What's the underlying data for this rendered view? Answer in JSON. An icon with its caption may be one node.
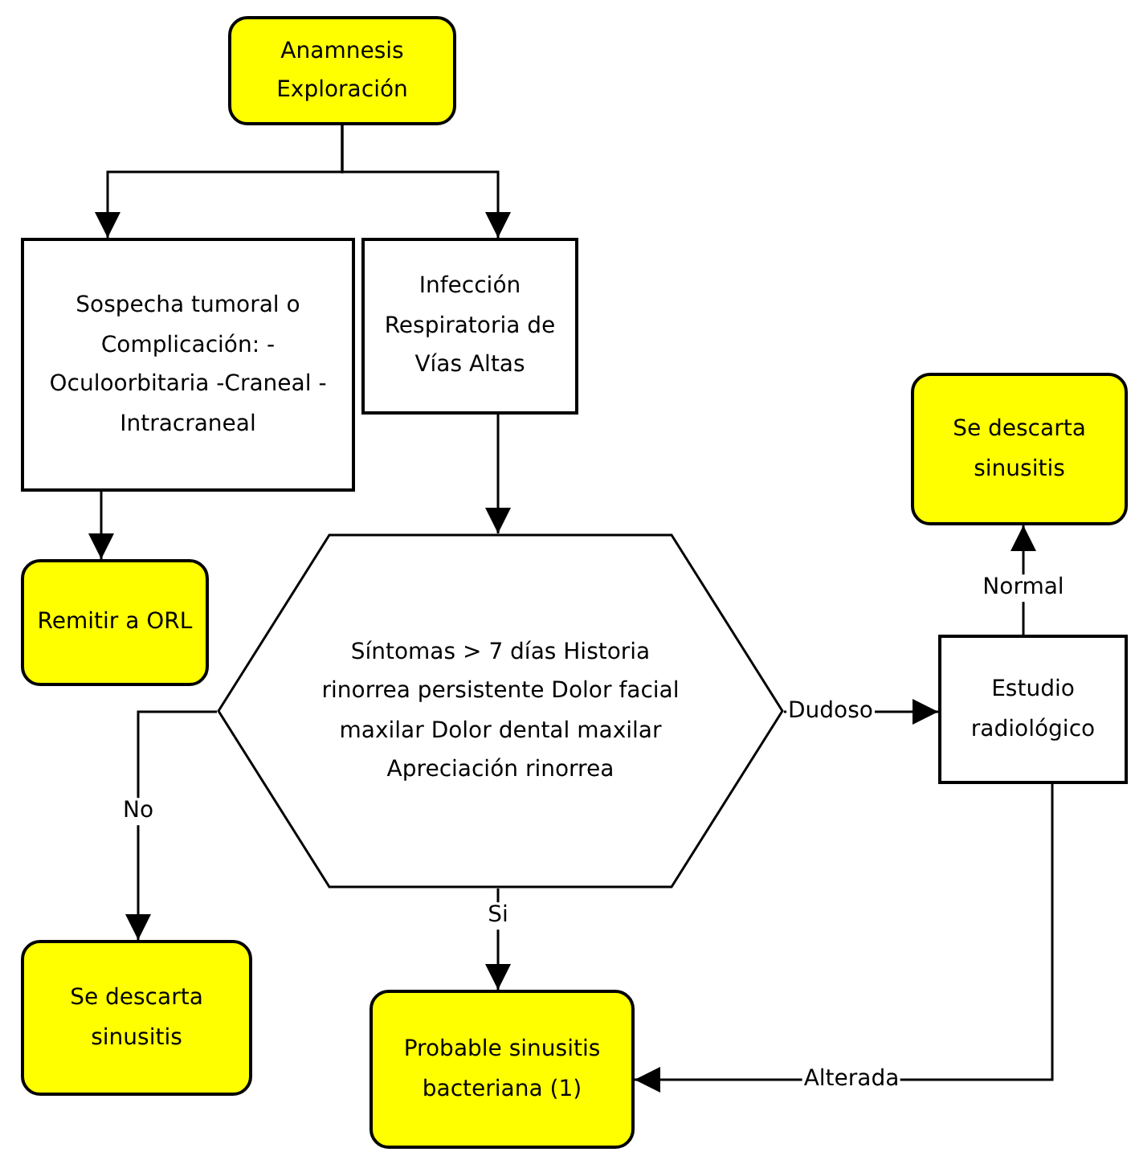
{
  "diagram": {
    "nodes": [
      {
        "text": [
          "Anamnesis Exploración"
        ]
      },
      {
        "text": [
          "Sospecha tumoral o Complicación: -Oculoorbitaria -Craneal -Intracraneal"
        ]
      },
      {
        "text": [
          "Infección Respiratoria de Vías Altas"
        ]
      },
      {
        "text": [
          "Remitir a ORL"
        ]
      },
      {
        "text": [
          "Síntomas > 7 días Historia rinorrea persistente Dolor facial maxilar Dolor dental maxilar Apreciación rinorrea"
        ]
      },
      {
        "text": [
          "Estudio radiológico"
        ]
      },
      {
        "text": [
          "Se descarta sinusitis"
        ]
      },
      {
        "text": [
          "Se descarta sinusitis"
        ]
      },
      {
        "text": [
          "Probable sinusitis bacteriana (1)"
        ]
      }
    ],
    "edges": [
      {
        "from": 0,
        "to": 1,
        "arrow": "to"
      },
      {
        "from": 0,
        "to": 2,
        "arrow": "to"
      },
      {
        "from": 1,
        "to": 3,
        "arrow": "to"
      },
      {
        "from": 2,
        "to": 4,
        "arrow": "to"
      },
      {
        "from": 4,
        "to": 7,
        "arrow": "to",
        "label": "No"
      },
      {
        "from": 4,
        "to": 8,
        "arrow": "to",
        "label": "Si"
      },
      {
        "from": 4,
        "to": 5,
        "arrow": "to",
        "label": "Dudoso"
      },
      {
        "from": 5,
        "to": 6,
        "arrow": "to",
        "label": "Normal"
      },
      {
        "from": 5,
        "to": 8,
        "arrow": "to",
        "label": "Alterada"
      }
    ]
  }
}
